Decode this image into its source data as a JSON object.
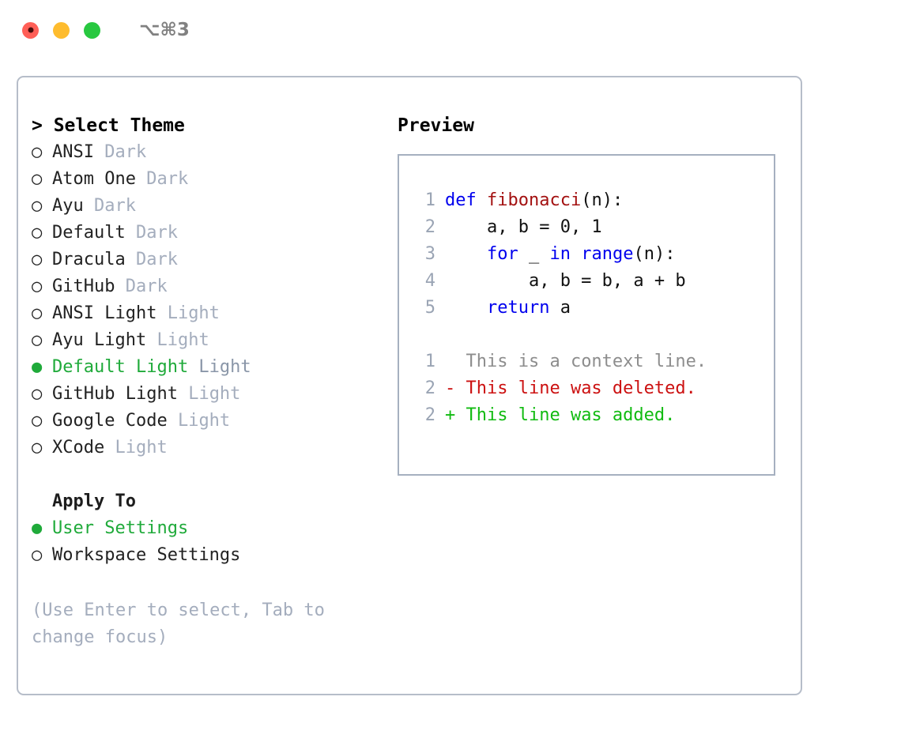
{
  "titlebar": {
    "lights": [
      "close-red",
      "minimize-yellow",
      "maximize-green"
    ],
    "shortcut": "⌥⌘3"
  },
  "left": {
    "header": "> Select Theme",
    "bullet_selected": "●",
    "bullet_unselected": "○",
    "themes": [
      {
        "name": "ANSI",
        "variant": "Dark",
        "selected": false
      },
      {
        "name": "Atom One",
        "variant": "Dark",
        "selected": false
      },
      {
        "name": "Ayu",
        "variant": "Dark",
        "selected": false
      },
      {
        "name": "Default",
        "variant": "Dark",
        "selected": false
      },
      {
        "name": "Dracula",
        "variant": "Dark",
        "selected": false
      },
      {
        "name": "GitHub",
        "variant": "Dark",
        "selected": false
      },
      {
        "name": "ANSI Light",
        "variant": "Light",
        "selected": false
      },
      {
        "name": "Ayu Light",
        "variant": "Light",
        "selected": false
      },
      {
        "name": "Default Light",
        "variant": "Light",
        "selected": true
      },
      {
        "name": "GitHub Light",
        "variant": "Light",
        "selected": false
      },
      {
        "name": "Google Code",
        "variant": "Light",
        "selected": false
      },
      {
        "name": "XCode",
        "variant": "Light",
        "selected": false
      }
    ],
    "apply_to_header": "Apply To",
    "apply_to": [
      {
        "name": "User Settings",
        "selected": true
      },
      {
        "name": "Workspace Settings",
        "selected": false
      }
    ],
    "hint": "(Use Enter to select, Tab to change focus)"
  },
  "right": {
    "preview_title": "Preview",
    "code_lines": [
      {
        "num": "1",
        "tokens": [
          {
            "t": "def ",
            "c": "kw"
          },
          {
            "t": "fibonacci",
            "c": "fn"
          },
          {
            "t": "(n):",
            "c": "plain"
          }
        ]
      },
      {
        "num": "2",
        "tokens": [
          {
            "t": "    a, b = 0, 1",
            "c": "plain"
          }
        ]
      },
      {
        "num": "3",
        "tokens": [
          {
            "t": "    ",
            "c": "plain"
          },
          {
            "t": "for",
            "c": "kw"
          },
          {
            "t": " _ ",
            "c": "plain"
          },
          {
            "t": "in",
            "c": "kw"
          },
          {
            "t": " ",
            "c": "plain"
          },
          {
            "t": "range",
            "c": "kw"
          },
          {
            "t": "(n):",
            "c": "plain"
          }
        ]
      },
      {
        "num": "4",
        "tokens": [
          {
            "t": "        a, b = b, a + b",
            "c": "plain"
          }
        ]
      },
      {
        "num": "5",
        "tokens": [
          {
            "t": "    ",
            "c": "plain"
          },
          {
            "t": "return",
            "c": "kw"
          },
          {
            "t": " a",
            "c": "plain"
          }
        ]
      }
    ],
    "diff_lines": [
      {
        "num": "1",
        "marker": " ",
        "text": " This is a context line.",
        "c": "ctx"
      },
      {
        "num": "2",
        "marker": "-",
        "text": " This line was deleted.",
        "c": "del"
      },
      {
        "num": "2",
        "marker": "+",
        "text": " This line was added.",
        "c": "add"
      }
    ]
  },
  "colors": {
    "accent_green": "#1faa3a",
    "keyword_blue": "#0000ee",
    "function_red": "#a31111",
    "diff_delete": "#cc1111",
    "diff_add": "#11bb11",
    "muted_gray": "#a4adbd",
    "border": "#b6bdc9"
  }
}
